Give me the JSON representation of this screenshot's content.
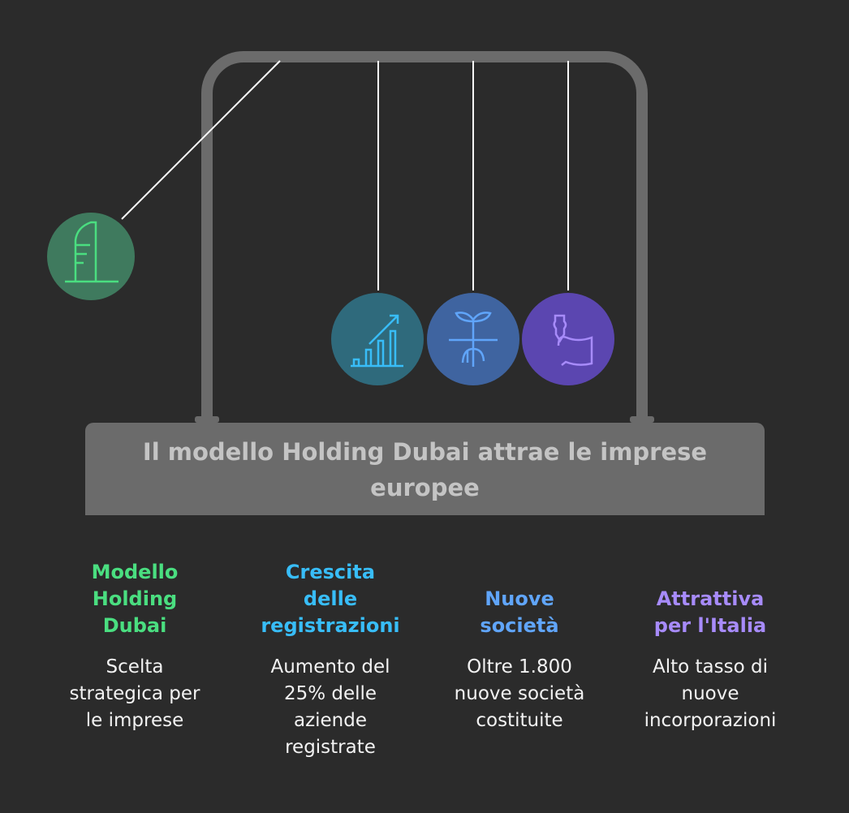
{
  "title": {
    "lines": [
      "Il modello Holding Dubai attrae le imprese",
      "europee"
    ]
  },
  "colors": {
    "frame": "#6b6b6b",
    "background": "#2b2b2b"
  },
  "items": [
    {
      "icon": "building-icon",
      "ball": "#3f7a5e",
      "accent": "#4ade80",
      "heading": [
        "Modello",
        "Holding",
        "Dubai"
      ],
      "desc": [
        "Scelta",
        "strategica per",
        "le imprese"
      ]
    },
    {
      "icon": "growth-chart-icon",
      "ball": "#2f6a7c",
      "accent": "#38bdf8",
      "heading": [
        "Crescita",
        "delle",
        "registrazioni"
      ],
      "desc": [
        "Aumento del",
        "25% delle",
        "aziende",
        "registrate"
      ]
    },
    {
      "icon": "sprout-icon",
      "ball": "#3f64a0",
      "accent": "#60a5fa",
      "heading": [
        "Nuove",
        "società"
      ],
      "desc": [
        "Oltre 1.800",
        "nuove società",
        "costituite"
      ]
    },
    {
      "icon": "hand-dropper-icon",
      "ball": "#5b46b0",
      "accent": "#a78bfa",
      "heading": [
        "Attrattiva",
        "per l'Italia"
      ],
      "desc": [
        "Alto tasso di",
        "nuove",
        "incorporazioni"
      ]
    }
  ]
}
